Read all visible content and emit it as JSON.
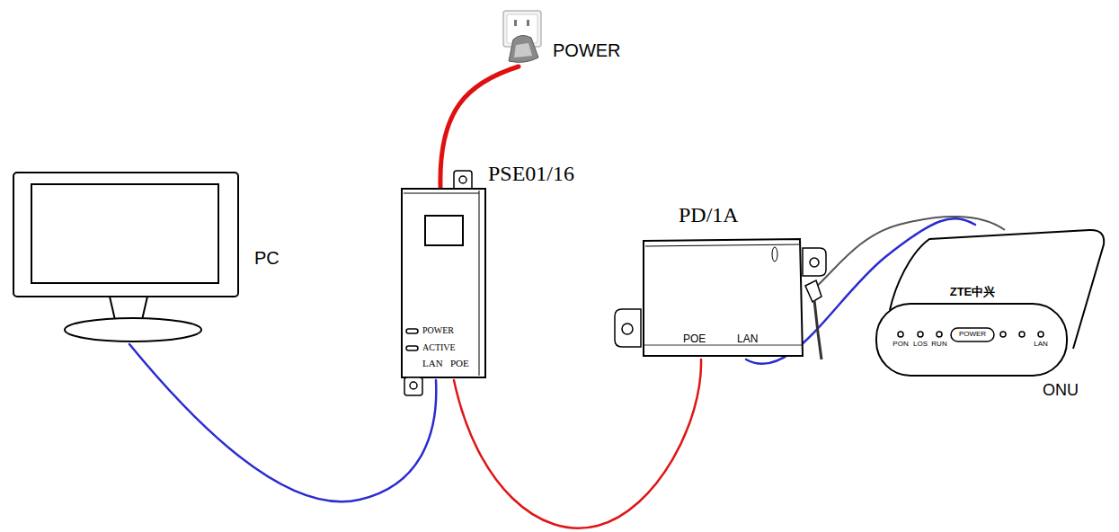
{
  "diagram": {
    "nodes": [
      {
        "text": [
          "PC"
        ]
      },
      {
        "text": [
          "POWER"
        ]
      },
      {
        "text": [
          "PSE01/16",
          "POWER",
          "ACTIVE",
          "LAN",
          "POE"
        ]
      },
      {
        "text": [
          "PD/1A",
          "POE",
          "LAN"
        ]
      },
      {
        "text": [
          "ZTE中兴",
          "PON",
          "LOS",
          "RUN",
          "POWER",
          "LAN",
          "ONU"
        ]
      }
    ],
    "edges": [
      {
        "from": 0,
        "to": 2,
        "arrow": "none"
      },
      {
        "from": 1,
        "to": 2,
        "arrow": "none"
      },
      {
        "from": 2,
        "to": 3,
        "arrow": "none"
      },
      {
        "from": 3,
        "to": 4,
        "arrow": "none"
      }
    ]
  }
}
